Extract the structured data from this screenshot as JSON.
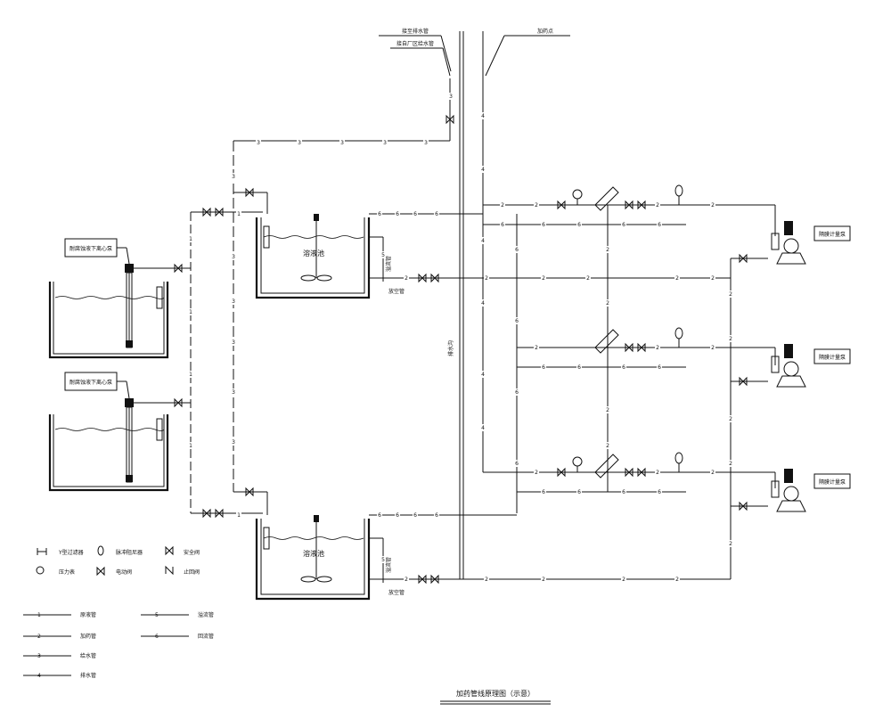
{
  "drawing": {
    "title": "加药管线原理图（示意）",
    "top_labels": {
      "reuse_water": "接至排水管",
      "plant_water": "接自厂区给水管",
      "dosing_point": "加药点"
    },
    "vertical_pipe_label": "排水沟",
    "pump_boxes": [
      "耐腐蚀液下离心泵",
      "耐腐蚀液下离心泵"
    ],
    "tank_labels": [
      "溶液池",
      "溶液池"
    ],
    "tank_side_labels": {
      "overflow": "溢流管",
      "drain": "放空管"
    },
    "metering_pumps": [
      "隔膜计量泵",
      "隔膜计量泵",
      "隔膜计量泵"
    ],
    "pipe_numbers": [
      "1",
      "2",
      "3",
      "4",
      "5",
      "6"
    ]
  },
  "legend": {
    "symbols": [
      {
        "icon": "y-strainer-icon",
        "label": "Y型过滤器"
      },
      {
        "icon": "pulsation-damper-icon",
        "label": "脉冲阻尼器"
      },
      {
        "icon": "safety-valve-icon",
        "label": "安全阀"
      },
      {
        "icon": "pressure-gauge-icon",
        "label": "压力表"
      },
      {
        "icon": "solenoid-valve-icon",
        "label": "电动阀"
      },
      {
        "icon": "check-valve-icon",
        "label": "止回阀"
      }
    ],
    "lines": [
      {
        "code": "1",
        "label": "原液管"
      },
      {
        "code": "5",
        "label": "溢流管"
      },
      {
        "code": "2",
        "label": "加药管"
      },
      {
        "code": "6",
        "label": "回流管"
      },
      {
        "code": "3",
        "label": "给水管"
      },
      {
        "code": "4",
        "label": "排水管"
      }
    ]
  }
}
